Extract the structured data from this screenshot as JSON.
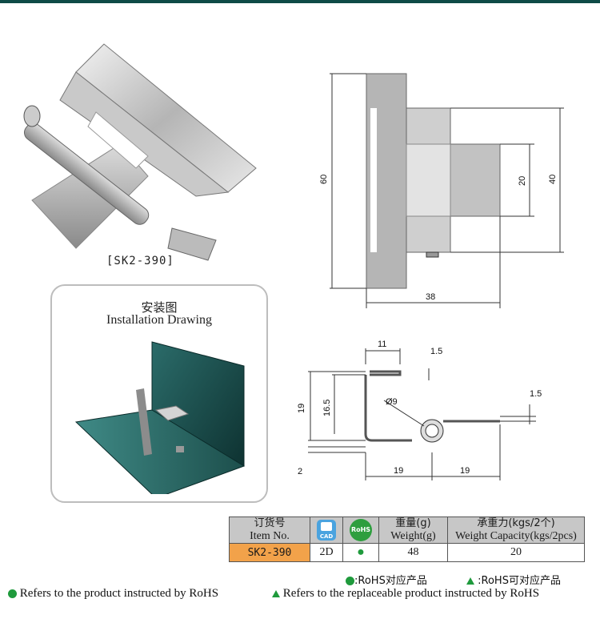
{
  "caption": "[SK2-390]",
  "installation": {
    "title_cn": "安装图",
    "title_en": "Installation Drawing"
  },
  "dimensions": {
    "front": {
      "height": "60",
      "width": "38",
      "inner": "20",
      "outer": "40"
    },
    "side": {
      "top_width": "11",
      "thickness_top": "1.5",
      "height": "19",
      "inner_height": "16.5",
      "diameter": "Ø9",
      "thickness_right": "1.5",
      "left_offset": "2",
      "left_width": "19",
      "right_width": "19"
    }
  },
  "table": {
    "headers": {
      "order_cn": "订货号",
      "order_en": "Item No.",
      "cad_label": "CAD",
      "rohs_label": "RoHS",
      "weight_cn": "重量(g)",
      "weight_en": "Weight(g)",
      "capacity_cn": "承重力(kgs/2个)",
      "capacity_en": "Weight Capacity(kgs/2pcs)"
    },
    "row": {
      "item_no": "SK2-390",
      "cad": "2D",
      "rohs": "●",
      "weight": "48",
      "capacity": "20"
    }
  },
  "legend": {
    "rohs_cn": "RoHS对应产品",
    "replaceable_cn": "RoHS可对应产品",
    "rohs_en": "Refers to the product instructed by RoHS",
    "replaceable_en": "Refers to the replaceable product instructed by RoHS",
    "rohs_color": "#1f9a3c",
    "colon": ":"
  },
  "colors": {
    "accent": "#0f4b47",
    "model_cell": "#f2a24a",
    "header_cell": "#c7c7c7"
  }
}
